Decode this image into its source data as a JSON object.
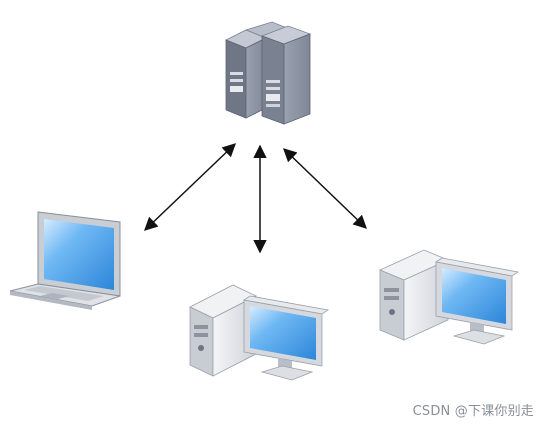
{
  "diagram": {
    "nodes": [
      {
        "id": "server",
        "icon": "server-tower-icon"
      },
      {
        "id": "laptop",
        "icon": "laptop-icon"
      },
      {
        "id": "desktop-center",
        "icon": "desktop-computer-icon"
      },
      {
        "id": "desktop-right",
        "icon": "desktop-computer-icon"
      }
    ],
    "links": [
      {
        "from": "server",
        "to": "laptop",
        "arrows": "both"
      },
      {
        "from": "server",
        "to": "desktop-center",
        "arrows": "both"
      },
      {
        "from": "server",
        "to": "desktop-right",
        "arrows": "both"
      }
    ]
  },
  "watermark": {
    "text": "CSDN @下课你别走"
  },
  "colors": {
    "arrow": "#111111",
    "screen": "#4aa3ee",
    "case": "#e6e8ec",
    "server_body": "#8d95a4"
  }
}
